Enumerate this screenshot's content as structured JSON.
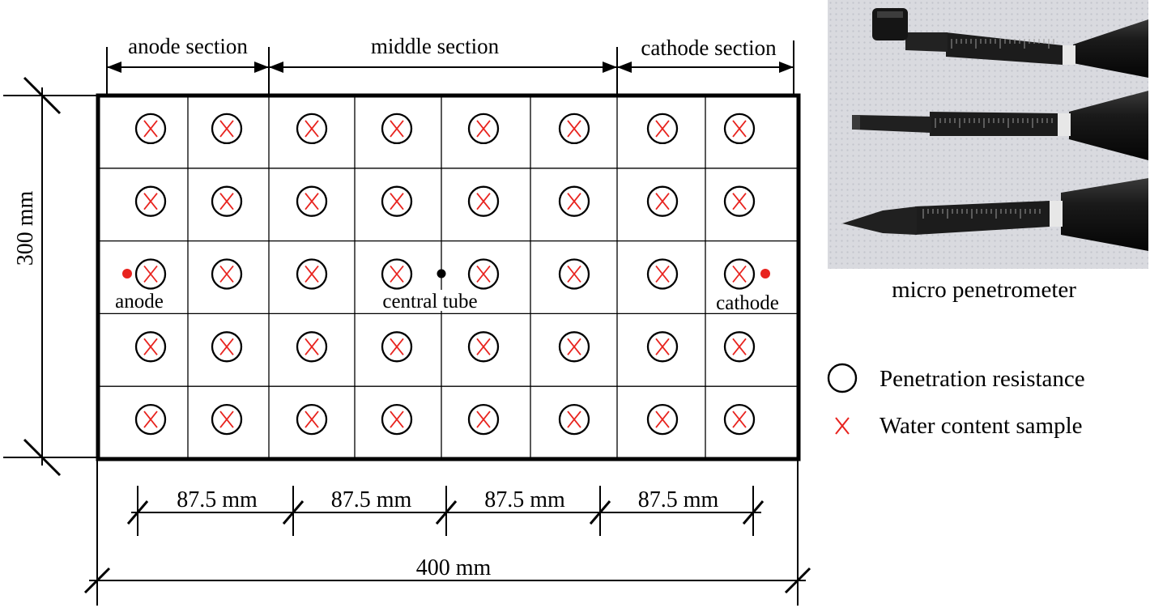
{
  "sections": {
    "anode": "anode section",
    "middle": "middle section",
    "cathode": "cathode section"
  },
  "dimensions": {
    "height": "300 mm",
    "width": "400 mm",
    "segment": "87.5 mm",
    "segment_count": 4
  },
  "grid": {
    "columns": 8,
    "rows": 5
  },
  "electrodes": {
    "anode_label": "anode",
    "cathode_label": "cathode",
    "central_tube_label": "central tube"
  },
  "legend": {
    "penetration": "Penetration resistance",
    "water": "Water content sample"
  },
  "photo": {
    "caption": "micro penetrometer"
  },
  "colors": {
    "marker_red": "#e8231e",
    "line": "#000000",
    "photo_bg": "#d9dadf"
  }
}
